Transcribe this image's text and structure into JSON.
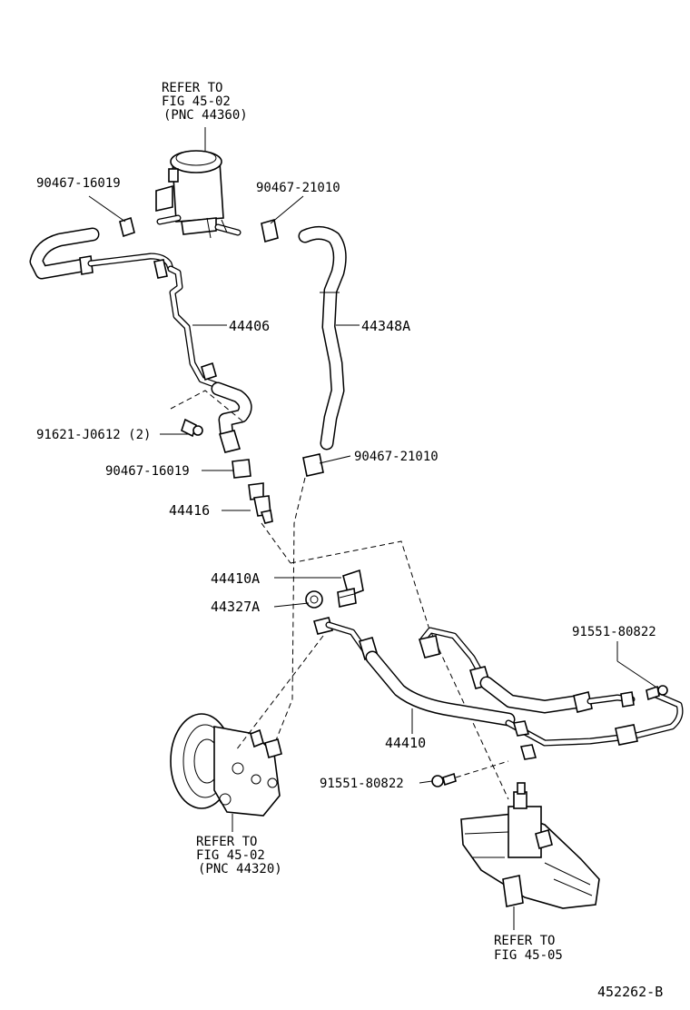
{
  "callouts": {
    "reservoir_ref": [
      "REFER TO",
      "FIG 45-02",
      "(PNC 44360)"
    ],
    "pump_ref": [
      "REFER TO",
      "FIG 45-02",
      "(PNC 44320)"
    ],
    "gear_ref": [
      "REFER TO",
      "FIG 45-05"
    ]
  },
  "parts": {
    "clamp_16019_top": "90467-16019",
    "clamp_21010_top": "90467-21010",
    "tube_44406": "44406",
    "hose_44348A": "44348A",
    "bolt_j0612": "91621-J0612 (2)",
    "clamp_16019_low": "90467-16019",
    "clamp_21010_low": "90467-21010",
    "union_44416": "44416",
    "bolt_44410A": "44410A",
    "gasket_44327A": "44327A",
    "bolt_80822_right": "91551-80822",
    "hose_44410": "44410",
    "bolt_80822_left": "91551-80822"
  },
  "illustration_code": "452262-B"
}
